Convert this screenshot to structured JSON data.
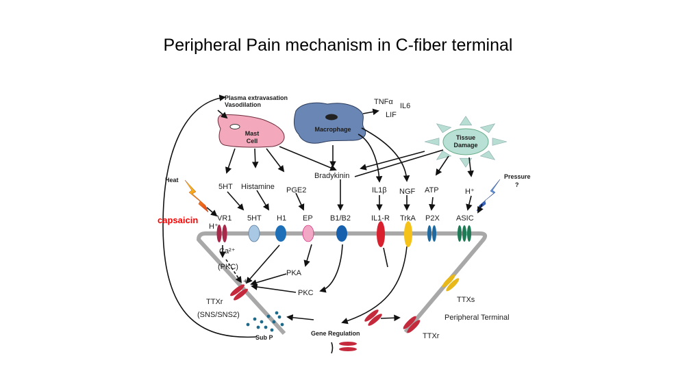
{
  "title": "Peripheral Pain mechanism in C-fiber terminal",
  "labels": {
    "plasma_1": "Plasma extravasation",
    "plasma_2": "Vasodilation",
    "mast_1": "Mast",
    "mast_2": "Cell",
    "macrophage": "Macrophage",
    "tnf": "TNFα",
    "il6": "IL6",
    "lif": "LIF",
    "tissue_1": "Tissue",
    "tissue_2": "Damage",
    "heat": "Heat",
    "pressure_1": "Pressure",
    "pressure_2": "?",
    "capsaicin": "capsaicin",
    "m_5ht": "5HT",
    "histamine": "Histamine",
    "pge2": "PGE2",
    "bradykinin": "Bradykinin",
    "il1b": "IL1β",
    "ngf": "NGF",
    "atp": "ATP",
    "h_plus_top": "H⁺",
    "h_plus_left": "H⁺",
    "ca": "Ca²⁺",
    "pkc_paren": "(PKC)",
    "pka": "PKA",
    "pkc": "PKC",
    "ttxr_left": "TTXr",
    "sns": "(SNS/SNS2)",
    "sub_p": "Sub P",
    "gene_regulation": "Gene Regulation",
    "ttxs": "TTXs",
    "peripheral_terminal": "Peripheral Terminal",
    "ttxr_right": "TTXr",
    "plus": "+"
  },
  "receptors": {
    "vr1": "VR1",
    "r_5ht": "5HT",
    "h1": "H1",
    "ep": "EP",
    "b1b2": "B1/B2",
    "il1r": "IL1-R",
    "trka": "TrkA",
    "p2x": "P2X",
    "asic": "ASIC"
  },
  "colors": {
    "membrane": "#a8a8a8",
    "vr1": "#a8284a",
    "r_5ht": "#a9c8e4",
    "h1": "#1d6fb8",
    "ep": "#f2a8c4",
    "b1b2": "#1660ad",
    "il1r": "#d8202e",
    "trka": "#f5c21a",
    "p2x": "#1e6aa0",
    "asic": "#1e7a55",
    "ttx_red": "#c42a3c",
    "ttxs": "#e8b818",
    "mast_cell": "#f4a8bc",
    "macrophage": "#6a86b4",
    "tissue_damage": "#b8e0d4",
    "capsaicin": "#ff0000",
    "sub_p": "#1e6a8a"
  }
}
